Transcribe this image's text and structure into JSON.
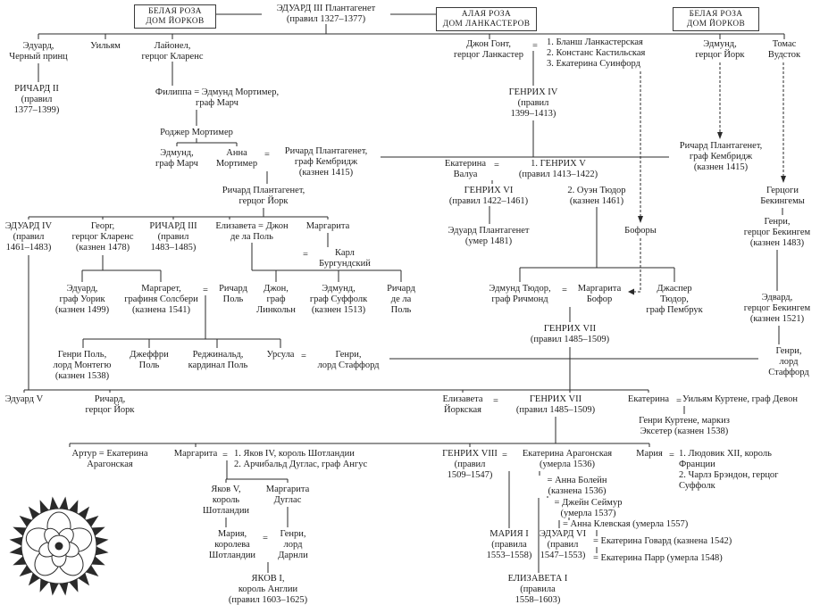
{
  "symbols": {
    "eq": "="
  },
  "houses": {
    "yorkLeft": "БЕЛАЯ РОЗА\nДОМ ЙОРКОВ",
    "lancaster": "АЛАЯ РОЗА\nДОМ ЛАНКАСТЕРОВ",
    "yorkRight": "БЕЛАЯ РОЗА\nДОМ ЙОРКОВ"
  },
  "nodes": {
    "edward3": "ЭДУАРД III Плантагенет\n(правил 1327–1377)",
    "blackPrince": "Эдуард,\nЧерный принц",
    "william": "Уильям",
    "lionel": "Лайонел,\nгерцог Кларенс",
    "johnGaunt": "Джон Гонт,\nгерцог Ланкастер",
    "gauntWives": "1. Бланш Ланкастерская\n2. Констанс Кастильская\n3. Екатерина Суинфорд",
    "edmundYork": "Эдмунд,\nгерцог Йорк",
    "thomasWoodstock": "Томас\nВудсток",
    "richard2": "РИЧАРД II\n(правил\n1377–1399)",
    "philippa": "Филиппа = Эдмунд Мортимер,\nграф Марч",
    "henry4": "ГЕНРИХ IV\n(правил\n1399–1413)",
    "rogerMortimer": "Роджер Мортимер",
    "edmundMarch": "Эдмунд,\nграф Марч",
    "annaMortimer": "Анна\nМортимер",
    "richardCambridgeLeft": "Ричард Плантагенет,\nграф Кембридж\n(казнен 1415)",
    "katherineValois": "Екатерина\nВалуа",
    "henry5": "1. ГЕНРИХ V\n(правил 1413–1422)",
    "richardCambridgeRight": "Ричард Плантагенет,\nграф Кембридж\n(казнен 1415)",
    "henry6": "ГЕНРИХ VI\n(правил 1422–1461)",
    "owenTudor": "2. Оуэн Тюдор\n(казнен 1461)",
    "dukesBuckingham": "Герцоги\nБекингемы",
    "richardYorkDuke": "Ричард Плантагенет,\nгерцог Йорк",
    "edward4": "ЭДУАРД IV\n(правил\n1461–1483)",
    "george": "Георг,\nгерцог Кларенс\n(казнен 1478)",
    "richard3": "РИЧАРД III\n(правил\n1483–1485)",
    "elizabethDeLaPole": "Елизавета = Джон\nде ла Поль",
    "margaritaBurgundy": "Маргарита",
    "charlesBurgundy": "Карл\nБургундский",
    "edwardPlantagenet": "Эдуард Плантагенет\n(умер 1481)",
    "beauforts": "Бофоры",
    "henryBuckingham": "Генри,\nгерцог Бекингем\n(казнен 1483)",
    "edwardWarwick": "Эдуард,\nграф Уорик\n(казнен 1499)",
    "margaretSalisbury": "Маргарет,\nграфиня Солсбери\n(казнена 1541)",
    "richardPole": "Ричард\nПоль",
    "johnLincoln": "Джон,\nграф\nЛинкольн",
    "edmundSuffolk": "Эдмунд,\nграф Суффолк\n(казнен 1513)",
    "richardDeLaPole": "Ричард\nде ла\nПоль",
    "edmundTudor": "Эдмунд Тюдор,\nграф Ричмонд",
    "margaretBeaufort": "Маргарита\nБофор",
    "jasperTudor": "Джаспер\nТюдор,\nграф Пембрук",
    "edwardBuckingham": "Эдвард,\nгерцог Бекингем\n(казнен 1521)",
    "henryPoleMontagu": "Генри Поль,\nлорд Монтегю\n(казнен 1538)",
    "geoffreyPole": "Джеффри\nПоль",
    "reginaldPole": "Реджинальд,\nкардинал Поль",
    "ursula": "Урсула",
    "henryStaffordLeft": "Генри,\nлорд Стаффорд",
    "henry7top": "ГЕНРИХ VII\n(правил 1485–1509)",
    "henryStaffordRight": "Генри,\nлорд Стаффорд",
    "edward5": "Эдуард V",
    "richardYorkPrince": "Ричард,\nгерцог Йорк",
    "elizabethYork": "Елизавета\nЙоркская",
    "henry7bottom": "ГЕНРИХ VII\n(правил 1485–1509)",
    "katherineCourtenay": "Екатерина",
    "williamCourtenay": "Уильям Куртене, граф Девон",
    "henryCourtenay": "Генри Куртене, маркиз\nЭксетер (казнен 1538)",
    "arthur": "Артур = Екатерина\nАрагонская",
    "margaretTudor": "Маргарита",
    "margaretHusbands": "1. Яков IV, король Шотландии\n2. Арчибальд Дуглас, граф Ангус",
    "henry8": "ГЕНРИХ VIII\n(правил\n1509–1547)",
    "catherineAragon": "Екатерина Арагонская\n(умерла 1536)",
    "anneBoleyn": "= Анна Болейн\n(казнена 1536)",
    "janeSeymour": "= Джейн Сеймур\n(умерла 1537)",
    "anneCleves": "= Анна Клевская (умерла 1557)",
    "catherineHoward": "= Екатерина Говард (казнена 1542)",
    "catherineParr": "= Екатерина Парр (умерла 1548)",
    "maryTudor": "Мария",
    "maryHusbands": "1. Людовик XII, король\nФранции\n2. Чарлз Брэндон, герцог\nСуффолк",
    "james5": "Яков V,\nкороль\nШотландии",
    "margaretDouglas": "Маргарита\nДуглас",
    "maryQueenScots": "Мария,\nкоролева\nШотландии",
    "henryDarnley": "Генри,\nлорд\nДарнли",
    "mary1": "МАРИЯ I\n(правила\n1553–1558)",
    "edward6": "ЭДУАРД VI\n(правил\n1547–1553)",
    "james1": "ЯКОВ I,\nкороль Англии\n(правил 1603–1625)",
    "elizabeth1": "ЕЛИЗАВЕТА I\n(правила\n1558–1603)"
  }
}
